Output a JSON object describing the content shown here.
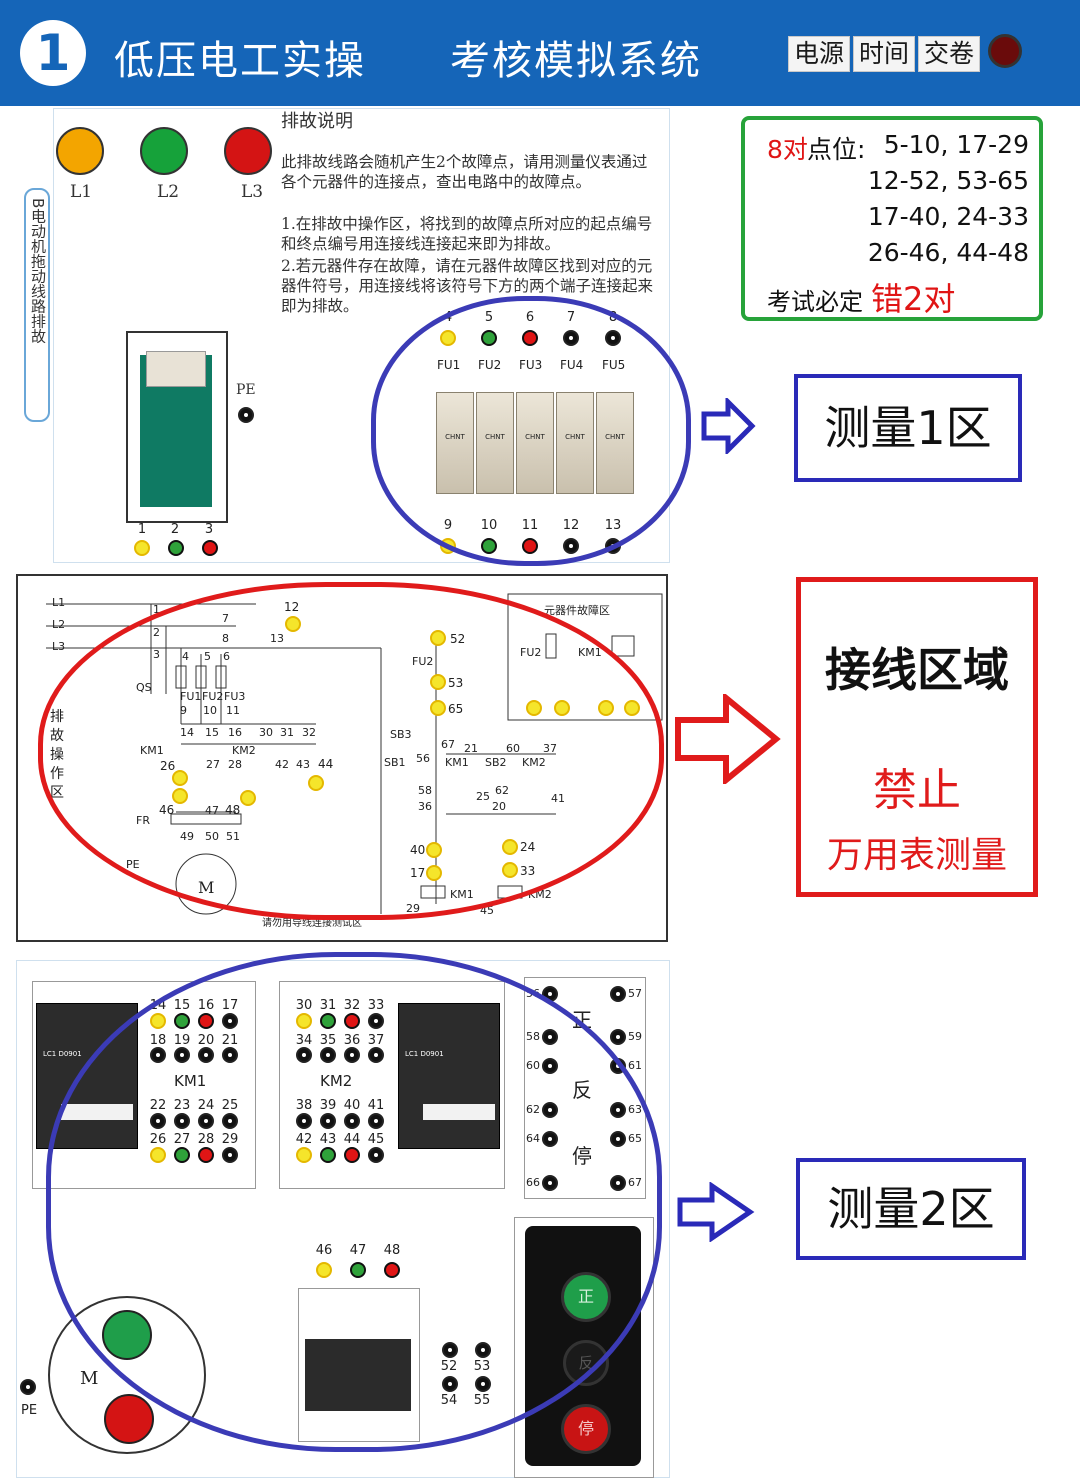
{
  "header": {
    "badge": "1",
    "title_left": "低压电工实操",
    "title_right": "考核模拟系统",
    "buttons": [
      "电源",
      "时间",
      "交卷"
    ],
    "colors": {
      "bar": "#1565b8",
      "record": "#6a0b0b"
    }
  },
  "lamps": [
    {
      "label": "L1",
      "color": "#f3a500"
    },
    {
      "label": "L2",
      "color": "#16a23a"
    },
    {
      "label": "L3",
      "color": "#d41414"
    }
  ],
  "side_tab": "B电动机拖动线路排故",
  "instructions": {
    "title": "排故说明",
    "para1": "此排故线路会随机产生2个故障点，请用测量仪表通过各个元器件的连接点，查出电路中的故障点。",
    "para2": "1.在排故中操作区，将找到的故障点所对应的起点编号和终点编号用连接线连接起来即为排故。",
    "para3": "2.若元器件存在故障，请在元器件故障区找到对应的元器件符号，用连接线将该符号下方的两个端子连接起来即为排故。"
  },
  "fault_box": {
    "prefix_red": "8对",
    "prefix_black": "点位:",
    "rows": [
      "5-10, 17-29",
      "12-52, 53-65",
      "17-40, 24-33",
      "26-46, 44-48"
    ],
    "footer_black": "考试必定",
    "footer_red": "错2对"
  },
  "breaker": {
    "pe_label": "PE",
    "terminals": [
      "1",
      "2",
      "3"
    ]
  },
  "fuses": {
    "top_terminals": [
      "4",
      "5",
      "6",
      "7",
      "8"
    ],
    "labels": [
      "FU1",
      "FU2",
      "FU3",
      "FU4",
      "FU5"
    ],
    "bottom_terminals": [
      "9",
      "10",
      "11",
      "12",
      "13"
    ],
    "brand": "CHNT"
  },
  "zone_labels": {
    "measure1": "测量1区",
    "wiring_title": "接线区域",
    "wiring_forbid": "禁止",
    "wiring_meter": "万用表测量",
    "measure2": "测量2区"
  },
  "schematic": {
    "lines": [
      "L1",
      "L2",
      "L3"
    ],
    "qs": "QS",
    "fr": "FR",
    "pe": "PE",
    "motor": "M",
    "side_label": "排故操作区",
    "fault_zone": "元器件故障区",
    "fault_parts": [
      "FU2",
      "KM1"
    ],
    "fu_labels": [
      "FU1",
      "FU2",
      "FU3"
    ],
    "km": [
      "KM1",
      "KM2"
    ],
    "sb": [
      "SB3",
      "SB1",
      "SB2"
    ],
    "nums": [
      "1",
      "2",
      "3",
      "4",
      "5",
      "6",
      "7",
      "8",
      "9",
      "10",
      "11",
      "12",
      "13",
      "14",
      "15",
      "16",
      "30",
      "31",
      "32",
      "26",
      "27",
      "28",
      "42",
      "43",
      "44",
      "46",
      "47",
      "48",
      "49",
      "50",
      "51",
      "52",
      "53",
      "65",
      "67",
      "21",
      "60",
      "37",
      "56",
      "58",
      "36",
      "25",
      "62",
      "20",
      "41",
      "40",
      "17",
      "24",
      "33",
      "29",
      "45"
    ],
    "footnote": "请勿用导线连接测试区"
  },
  "contactors": {
    "km1": {
      "name": "KM1",
      "top": [
        "14",
        "15",
        "16",
        "17"
      ],
      "mid": [
        "18",
        "19",
        "20",
        "21"
      ],
      "low": [
        "22",
        "23",
        "24",
        "25"
      ],
      "bot": [
        "26",
        "27",
        "28",
        "29"
      ]
    },
    "km2": {
      "name": "KM2",
      "top": [
        "30",
        "31",
        "32",
        "33"
      ],
      "mid": [
        "34",
        "35",
        "36",
        "37"
      ],
      "low": [
        "38",
        "39",
        "40",
        "41"
      ],
      "bot": [
        "42",
        "43",
        "44",
        "45"
      ]
    },
    "model": "LC1 D0901"
  },
  "buttons_switch": {
    "left": [
      "56",
      "58",
      "60",
      "62",
      "64",
      "66"
    ],
    "right": [
      "57",
      "59",
      "61",
      "63",
      "65",
      "67"
    ],
    "labels": [
      "正",
      "反",
      "停"
    ]
  },
  "overload": {
    "top": [
      "46",
      "47",
      "48"
    ],
    "aux_top": [
      "52",
      "53"
    ],
    "aux_bot": [
      "54",
      "55"
    ]
  },
  "motor": {
    "label": "M",
    "pe": "PE"
  },
  "station": {
    "green_label": "正",
    "black_label": "反",
    "red_label": "停"
  }
}
